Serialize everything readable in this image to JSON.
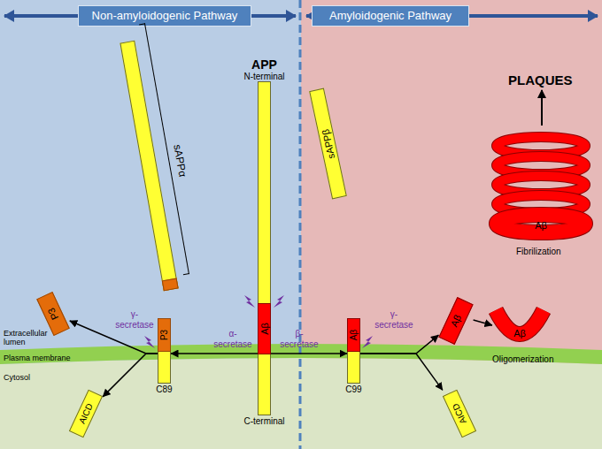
{
  "diagram": {
    "nodes": [
      {
        "text": [
          "Non-amyloidogenic Pathway"
        ]
      },
      {
        "text": [
          "Amyloidogenic Pathway"
        ]
      },
      {
        "text": [
          "APP",
          "N-terminal",
          "C-terminal"
        ]
      },
      {
        "text": [
          "Aβ"
        ],
        "in": 2
      },
      {
        "text": [
          "sAPPα"
        ]
      },
      {
        "text": [
          "sAPPβ"
        ]
      },
      {
        "text": [
          "P3"
        ]
      },
      {
        "text": [
          "C89"
        ]
      },
      {
        "text": [
          "P3"
        ],
        "in": 7
      },
      {
        "text": [
          "C99"
        ]
      },
      {
        "text": [
          "Aβ"
        ],
        "in": 9
      },
      {
        "text": [
          "Aβ"
        ]
      },
      {
        "text": [
          "AICD"
        ]
      },
      {
        "text": [
          "AICD"
        ]
      },
      {
        "text": [
          "Aβ"
        ]
      },
      {
        "text": [
          "Aβ"
        ]
      }
    ],
    "edges": [
      {
        "from": 2,
        "to": 7,
        "arrow": "to",
        "label": "α- secretase"
      },
      {
        "from": 2,
        "to": 9,
        "arrow": "to",
        "label": "β- secretase"
      },
      {
        "from": 7,
        "to": 6,
        "arrow": "to",
        "label": "γ- secretase"
      },
      {
        "from": 7,
        "to": 12,
        "arrow": "to"
      },
      {
        "from": 9,
        "to": 11,
        "arrow": "to",
        "label": "γ- secretase"
      },
      {
        "from": 9,
        "to": 13,
        "arrow": "to"
      },
      {
        "from": 11,
        "to": 14,
        "arrow": "to"
      }
    ],
    "labels": [
      "Extracellular lumen",
      "Plasma membrane",
      "Cytosol",
      "Oligomerization",
      "Fibrilization",
      "PLAQUES"
    ]
  }
}
